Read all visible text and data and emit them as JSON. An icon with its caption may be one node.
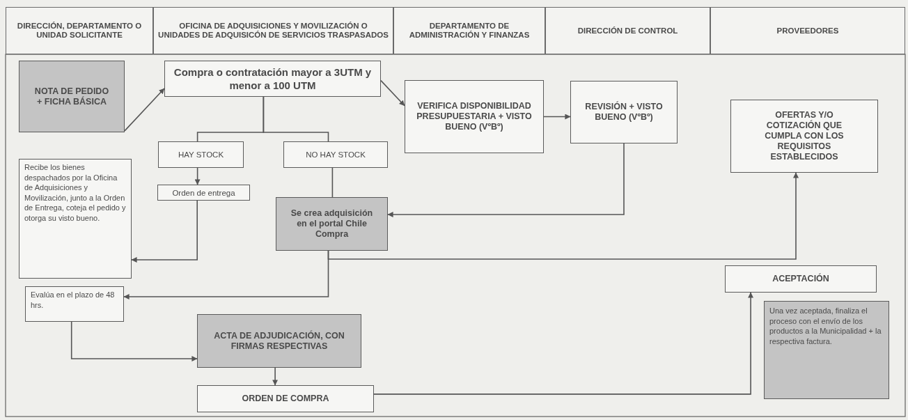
{
  "diagram": {
    "nodes": [
      {
        "text": [
          "DIRECCIÓN, DEPARTAMENTO O UNIDAD SOLICITANTE"
        ]
      },
      {
        "text": [
          "OFICINA DE ADQUISICIONES Y MOVILIZACIÓN O UNIDADES DE ADQUISICÓN DE SERVICIOS TRASPASADOS"
        ]
      },
      {
        "text": [
          "DEPARTAMENTO DE ADMINISTRACIÓN Y FINANZAS"
        ]
      },
      {
        "text": [
          "DIRECCIÓN DE CONTROL"
        ]
      },
      {
        "text": [
          "PROVEEDORES"
        ]
      },
      {
        "text": [
          "NOTA DE PEDIDO + FICHA BÁSICA"
        ]
      },
      {
        "text": [
          "Compra o contratación mayor a 3UTM y menor a 100 UTM"
        ]
      },
      {
        "text": [
          "VERIFICA DISPONIBILIDAD PRESUPUESTARIA + VISTO BUENO (VºBº)"
        ]
      },
      {
        "text": [
          "REVISIÓN + VISTO BUENO (VºBº)"
        ]
      },
      {
        "text": [
          "OFERTAS Y/O COTIZACIÓN QUE CUMPLA CON LOS REQUISITOS ESTABLECIDOS"
        ]
      },
      {
        "text": [
          "HAY STOCK"
        ]
      },
      {
        "text": [
          "NO HAY STOCK"
        ]
      },
      {
        "text": [
          "Recibe los bienes despachados por la Oficina de Adquisiciones y Movilización, junto a la Orden de Entrega, coteja el pedido y otorga su visto bueno."
        ]
      },
      {
        "text": [
          "Orden de entrega"
        ]
      },
      {
        "text": [
          "Se crea adquisición en el portal Chile Compra"
        ]
      },
      {
        "text": [
          "Evalúa en el plazo de 48 hrs."
        ]
      },
      {
        "text": [
          "ACEPTACIÓN"
        ]
      },
      {
        "text": [
          "ACTA DE ADJUDICACIÓN, CON FIRMAS RESPECTIVAS"
        ]
      },
      {
        "text": [
          "Una vez aceptada, finaliza el proceso con el envío de los productos a la Municipalidad + la respectiva factura."
        ]
      },
      {
        "text": [
          "ORDEN DE COMPRA"
        ]
      }
    ],
    "edges": [
      {
        "from": 5,
        "to": 6,
        "arrow": "to"
      },
      {
        "from": 6,
        "to": 7,
        "arrow": "to"
      },
      {
        "from": 7,
        "to": 8,
        "arrow": "to"
      },
      {
        "from": 6,
        "to": 10,
        "arrow": "none"
      },
      {
        "from": 6,
        "to": 11,
        "arrow": "none"
      },
      {
        "from": 10,
        "to": 13,
        "arrow": "to"
      },
      {
        "from": 13,
        "to": 12,
        "arrow": "to"
      },
      {
        "from": 11,
        "to": 14,
        "arrow": "none"
      },
      {
        "from": 8,
        "to": 14,
        "arrow": "to"
      },
      {
        "from": 14,
        "to": 9,
        "arrow": "to"
      },
      {
        "from": 14,
        "to": 15,
        "arrow": "to"
      },
      {
        "from": 15,
        "to": 17,
        "arrow": "to"
      },
      {
        "from": 17,
        "to": 19,
        "arrow": "to"
      },
      {
        "from": 19,
        "to": 16,
        "arrow": "to"
      }
    ]
  }
}
